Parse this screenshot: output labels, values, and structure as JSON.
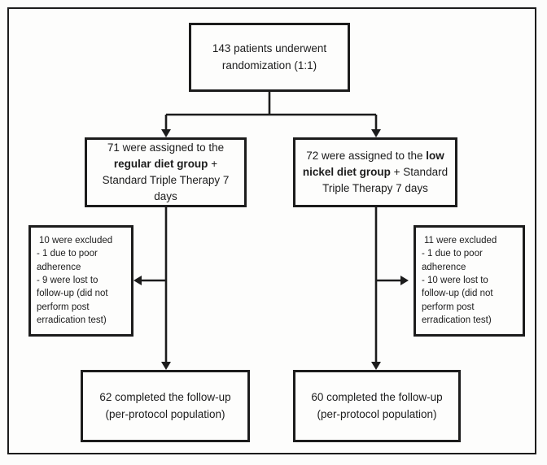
{
  "diagram": {
    "type": "flowchart",
    "description": "Randomized trial patient flow (CONSORT-style)",
    "ink_color": "#1c1c1c",
    "box_background": "#fdfdfc",
    "nodes": {
      "randomization": {
        "text": "143 patients underwent randomization (1:1)"
      },
      "regular_arm": {
        "pre": "71 were assigned to the ",
        "bold": "regular diet group",
        "post": " + Standard Triple Therapy 7 days"
      },
      "nickel_arm": {
        "pre": "72 were assigned to the ",
        "bold": "low nickel diet group",
        "post": " + Standard Triple Therapy 7 days"
      },
      "excluded_left": {
        "lines": [
          "10 were excluded",
          "- 1 due to poor adherence",
          "- 9 were lost to follow-up (did not perform post erradication test)"
        ]
      },
      "excluded_right": {
        "lines": [
          "11 were excluded",
          "- 1 due to poor adherence",
          "- 10 were lost to follow-up (did not perform post erradication test)"
        ]
      },
      "completed_left": {
        "text": "62 completed the follow-up (per-protocol population)"
      },
      "completed_right": {
        "text": "60 completed the follow-up (per-protocol population)"
      }
    },
    "edges": [
      "randomization -> regular_arm",
      "randomization -> nickel_arm",
      "regular_arm -> excluded_left",
      "regular_arm -> completed_left",
      "nickel_arm -> excluded_right",
      "nickel_arm -> completed_right"
    ]
  }
}
